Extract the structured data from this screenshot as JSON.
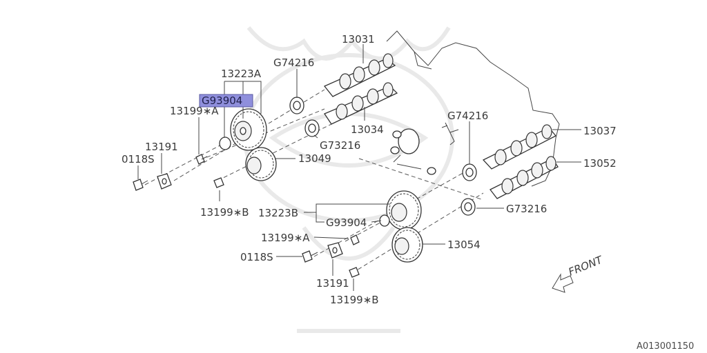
{
  "diagram_id": "A013001150",
  "highlight_color": "#8f8fdc",
  "labels": {
    "p13031": "13031",
    "p13223A": "13223A",
    "pG74216_top": "G74216",
    "pG93904_top": "G93904",
    "p13199A_top": "13199∗A",
    "p13191_top": "13191",
    "p0118S_top": "0118S",
    "p13034": "13034",
    "pG73216_top": "G73216",
    "p13049": "13049",
    "p13199B_top": "13199∗B",
    "pG74216_right": "G74216",
    "p13037": "13037",
    "p13052": "13052",
    "pG73216_right": "G73216",
    "p13223B": "13223B",
    "pG93904_bottom": "G93904",
    "p13199A_bottom": "13199∗A",
    "p0118S_bottom": "0118S",
    "p13191_bottom": "13191",
    "p13199B_bottom": "13199∗B",
    "p13054": "13054",
    "front": "FRONT"
  }
}
